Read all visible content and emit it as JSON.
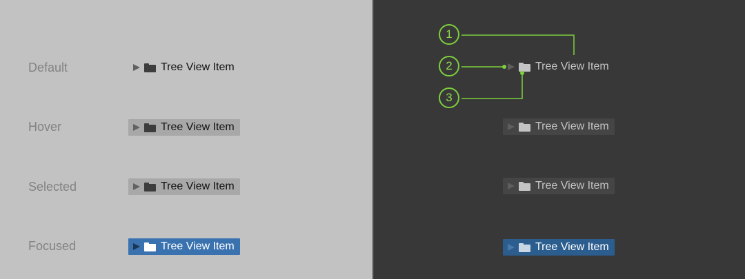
{
  "states": [
    "Default",
    "Hover",
    "Selected",
    "Focused"
  ],
  "item_label": "Tree View Item",
  "callouts": [
    "1",
    "2",
    "3"
  ],
  "colors": {
    "light_bg": "#c2c2c2",
    "dark_bg": "#383838",
    "focused_light": "#3a72b0",
    "focused_dark": "#2c5d8f",
    "callout_green": "#7ecf3c"
  },
  "icons": [
    "expand-arrow-icon",
    "folder-icon"
  ]
}
